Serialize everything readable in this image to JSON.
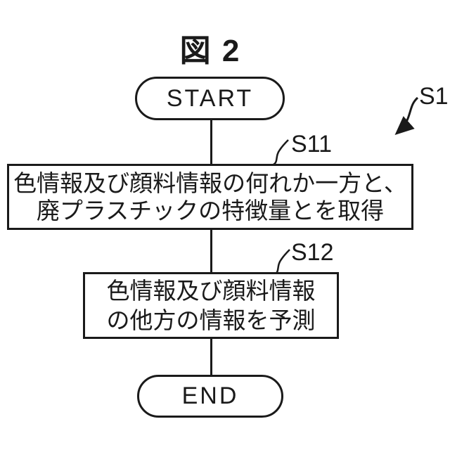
{
  "figure_title": "図 2",
  "flowchart": {
    "overall_label": "S1",
    "start": {
      "label": "START"
    },
    "step1": {
      "id": "S11",
      "line1": "色情報及び顔料情報の何れか一方と、",
      "line2": "廃プラスチックの特徴量とを取得"
    },
    "step2": {
      "id": "S12",
      "line1": "色情報及び顔料情報",
      "line2": "の他方の情報を予測"
    },
    "end": {
      "label": "END"
    }
  },
  "colors": {
    "ink": "#1a1a1a",
    "background": "#ffffff"
  }
}
